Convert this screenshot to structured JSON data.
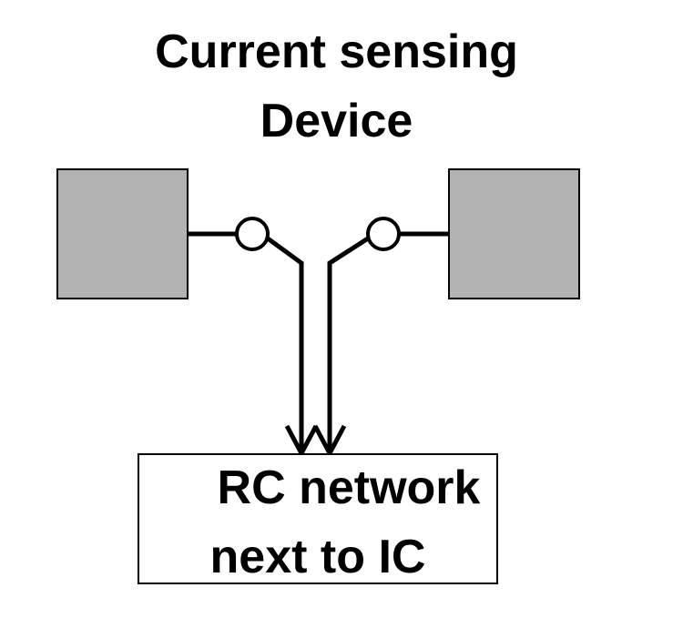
{
  "title": {
    "line1": "Current sensing",
    "line2": "Device"
  },
  "rc_box": {
    "line1": "RC network",
    "line2": "next to IC"
  }
}
